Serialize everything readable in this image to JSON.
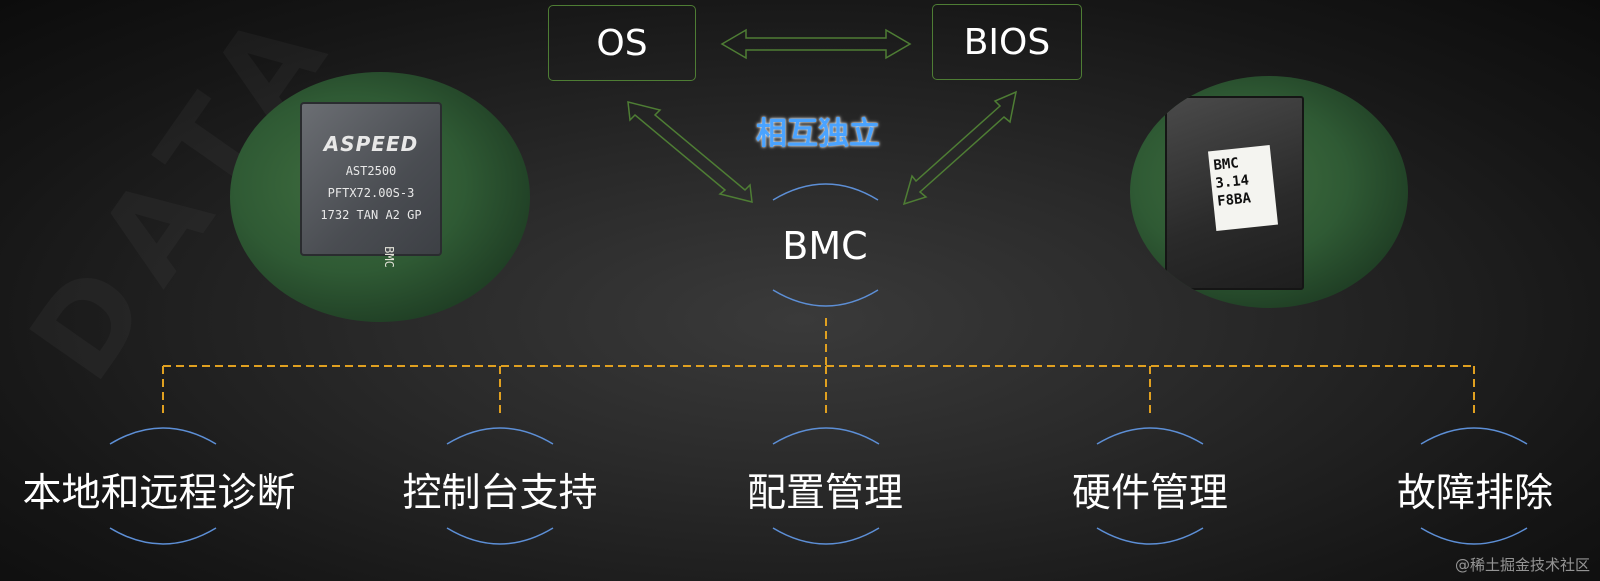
{
  "diagram": {
    "os_label": "OS",
    "bios_label": "BIOS",
    "independence_label": "相互独立",
    "bmc_label": "BMC",
    "functions": [
      {
        "label": "本地和远程诊断"
      },
      {
        "label": "控制台支持"
      },
      {
        "label": "配置管理"
      },
      {
        "label": "硬件管理"
      },
      {
        "label": "故障排除"
      }
    ]
  },
  "photos": {
    "left_chip": {
      "brand": "ASPEED",
      "model": "AST2500",
      "line2": "PFTX72.00S-3",
      "line3": "1732 TAN A2 GP",
      "board_text": "BMC"
    },
    "right_chip": {
      "label_lines": [
        "BMC",
        "3.14",
        "F8BA"
      ]
    }
  },
  "watermark": "@稀土掘金技术社区",
  "colors": {
    "box_border": "#4e7d34",
    "arrow": "#4e7d34",
    "dashed_line": "#e0a020",
    "arc": "#5d8fd6",
    "accent_text": "#4aa3ff"
  }
}
